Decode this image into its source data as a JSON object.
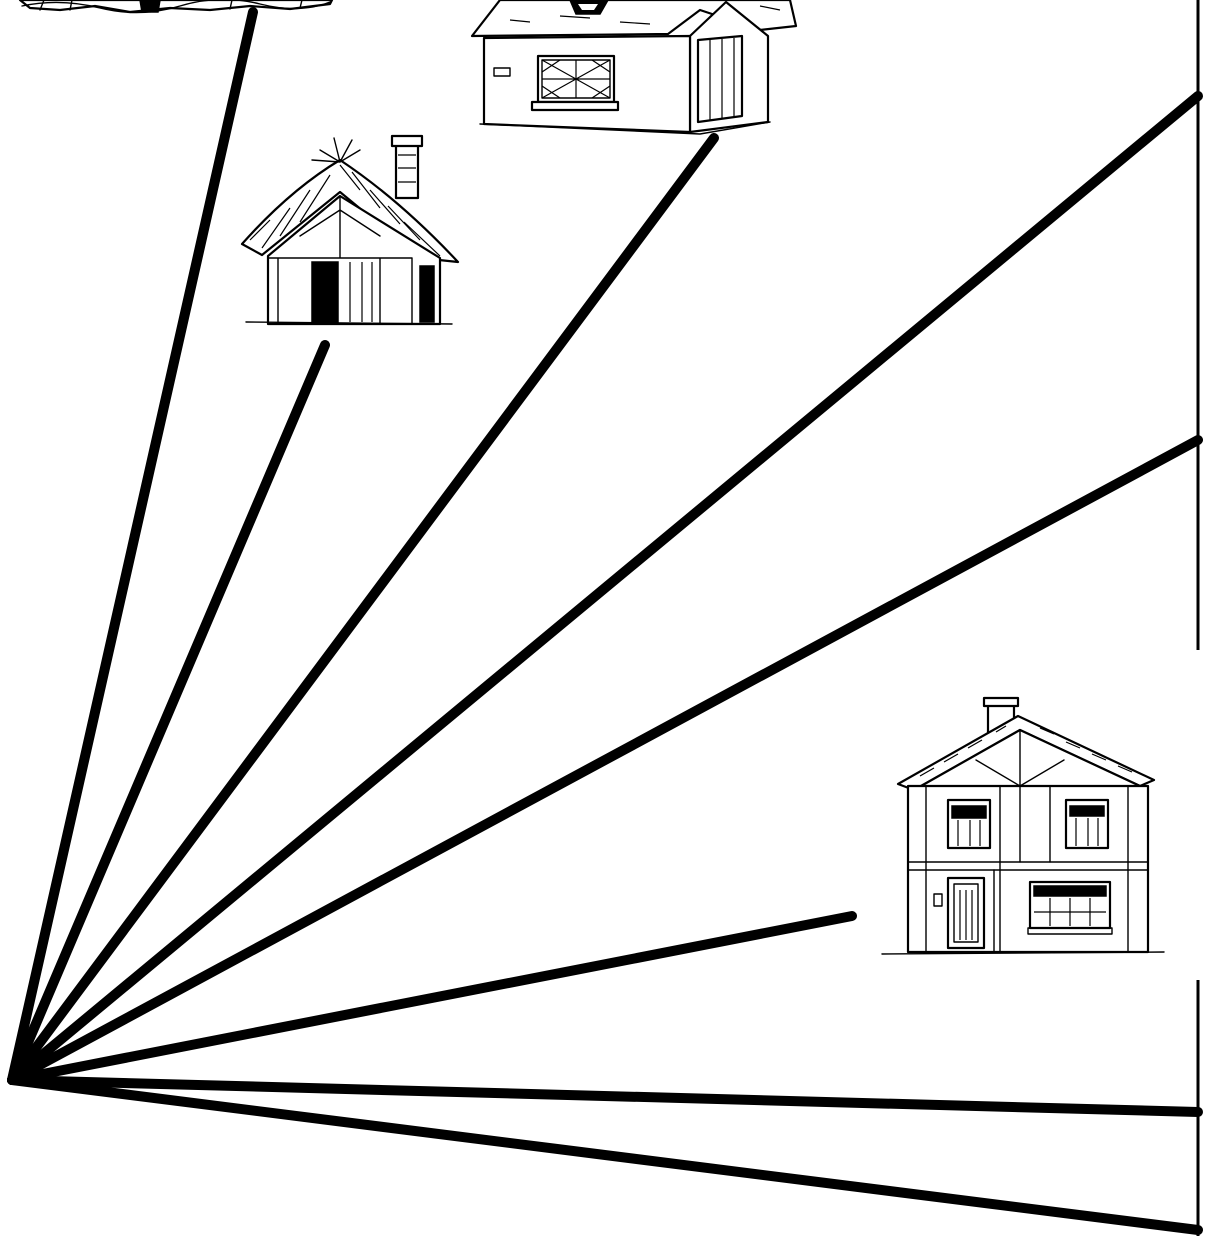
{
  "figure": {
    "description_free": true,
    "ray_count": 8,
    "houses": [
      {
        "id": "house-1",
        "style": "hut"
      },
      {
        "id": "house-2",
        "style": "thatched-cottage"
      },
      {
        "id": "house-3",
        "style": "cottage-with-skylight"
      },
      {
        "id": "house-4",
        "style": "timber-frame-two-storey"
      }
    ]
  },
  "colors": {
    "ink": "#000000",
    "paper": "#ffffff"
  }
}
